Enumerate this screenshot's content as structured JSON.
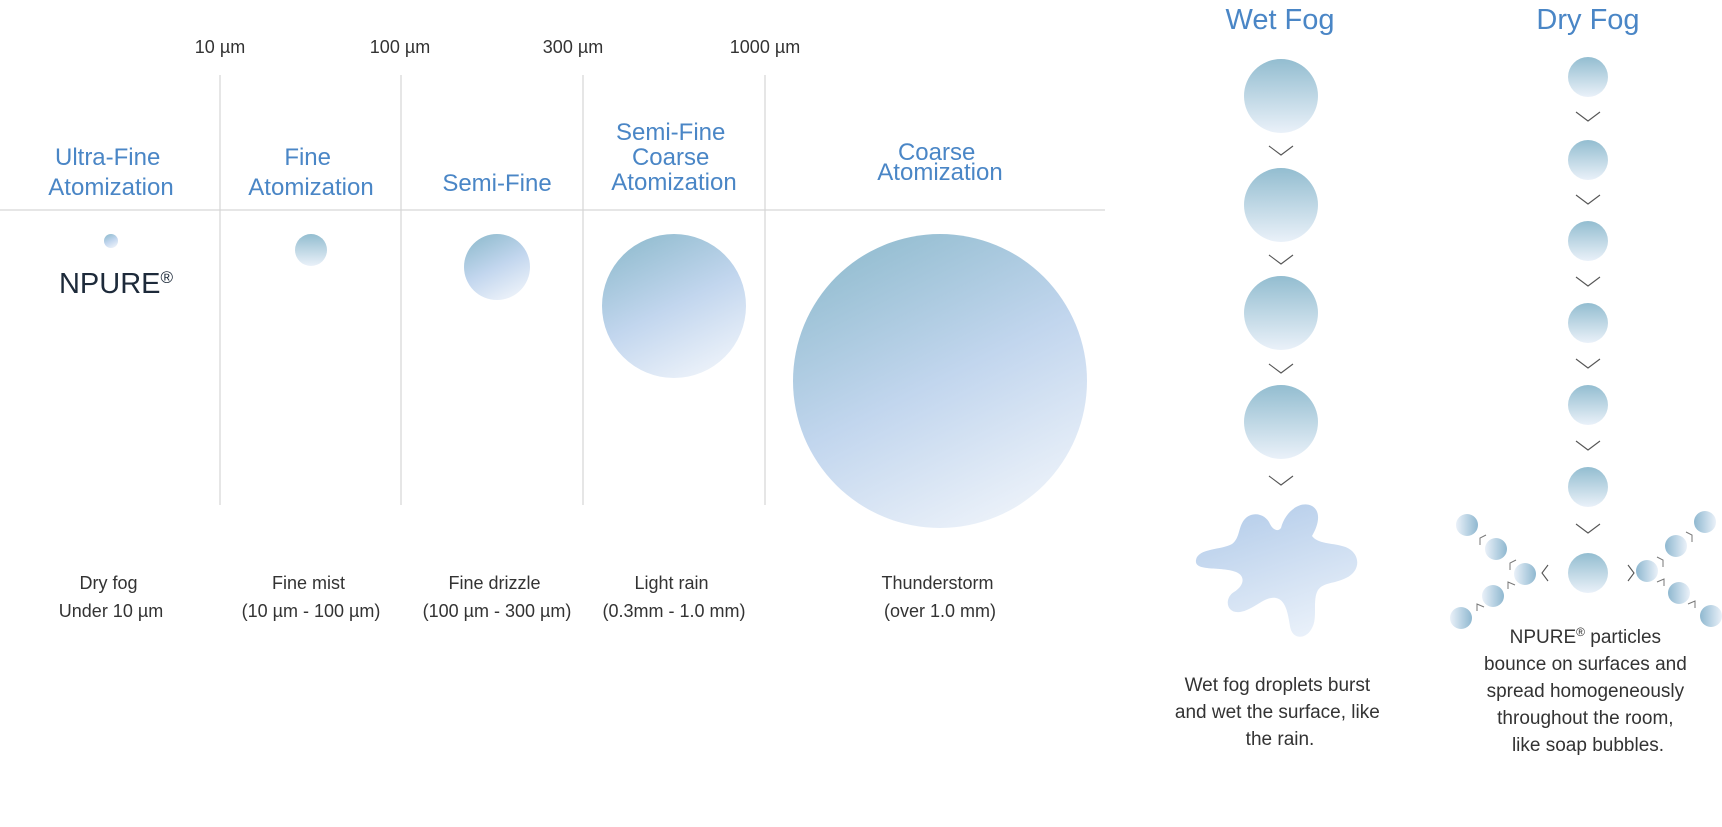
{
  "scale_ticks": [
    "10 µm",
    "100 µm",
    "300 µm",
    "1000 µm"
  ],
  "categories": [
    {
      "title_lines": [
        "Ultra-Fine",
        "Atomization"
      ],
      "desc_lines": [
        "Dry fog",
        "Under 10 µm"
      ]
    },
    {
      "title_lines": [
        "Fine",
        "Atomization"
      ],
      "desc_lines": [
        "Fine mist",
        "(10 µm - 100 µm)"
      ]
    },
    {
      "title_lines": [
        "Semi-Fine"
      ],
      "desc_lines": [
        "Fine drizzle",
        "(100 µm - 300 µm)"
      ]
    },
    {
      "title_lines": [
        "Semi-Fine",
        "Coarse",
        "Atomization"
      ],
      "desc_lines": [
        "Light rain",
        "(0.3mm - 1.0 mm)"
      ]
    },
    {
      "title_lines": [
        "Coarse",
        "Atomization"
      ],
      "desc_lines": [
        "Thunderstorm",
        "(over 1.0 mm)"
      ]
    }
  ],
  "brand": {
    "name": "NPURE",
    "mark": "®"
  },
  "wet_fog": {
    "title": "Wet Fog",
    "caption_lines": [
      "Wet fog droplets burst",
      "and wet the surface, like",
      "the rain."
    ]
  },
  "dry_fog": {
    "title": "Dry Fog",
    "caption_brand": "NPURE",
    "caption_mark": "®",
    "caption_first_suffix": " particles",
    "caption_lines": [
      "bounce on surfaces and",
      "spread homogeneously",
      "throughout the room,",
      "like soap bubbles."
    ]
  },
  "colors": {
    "accent": "#4a86c6",
    "brand_text": "#1d2a3a",
    "droplet_top": "#93bdd0",
    "droplet_mid": "#c2d6ee",
    "droplet_bottom": "#eef3fa"
  }
}
